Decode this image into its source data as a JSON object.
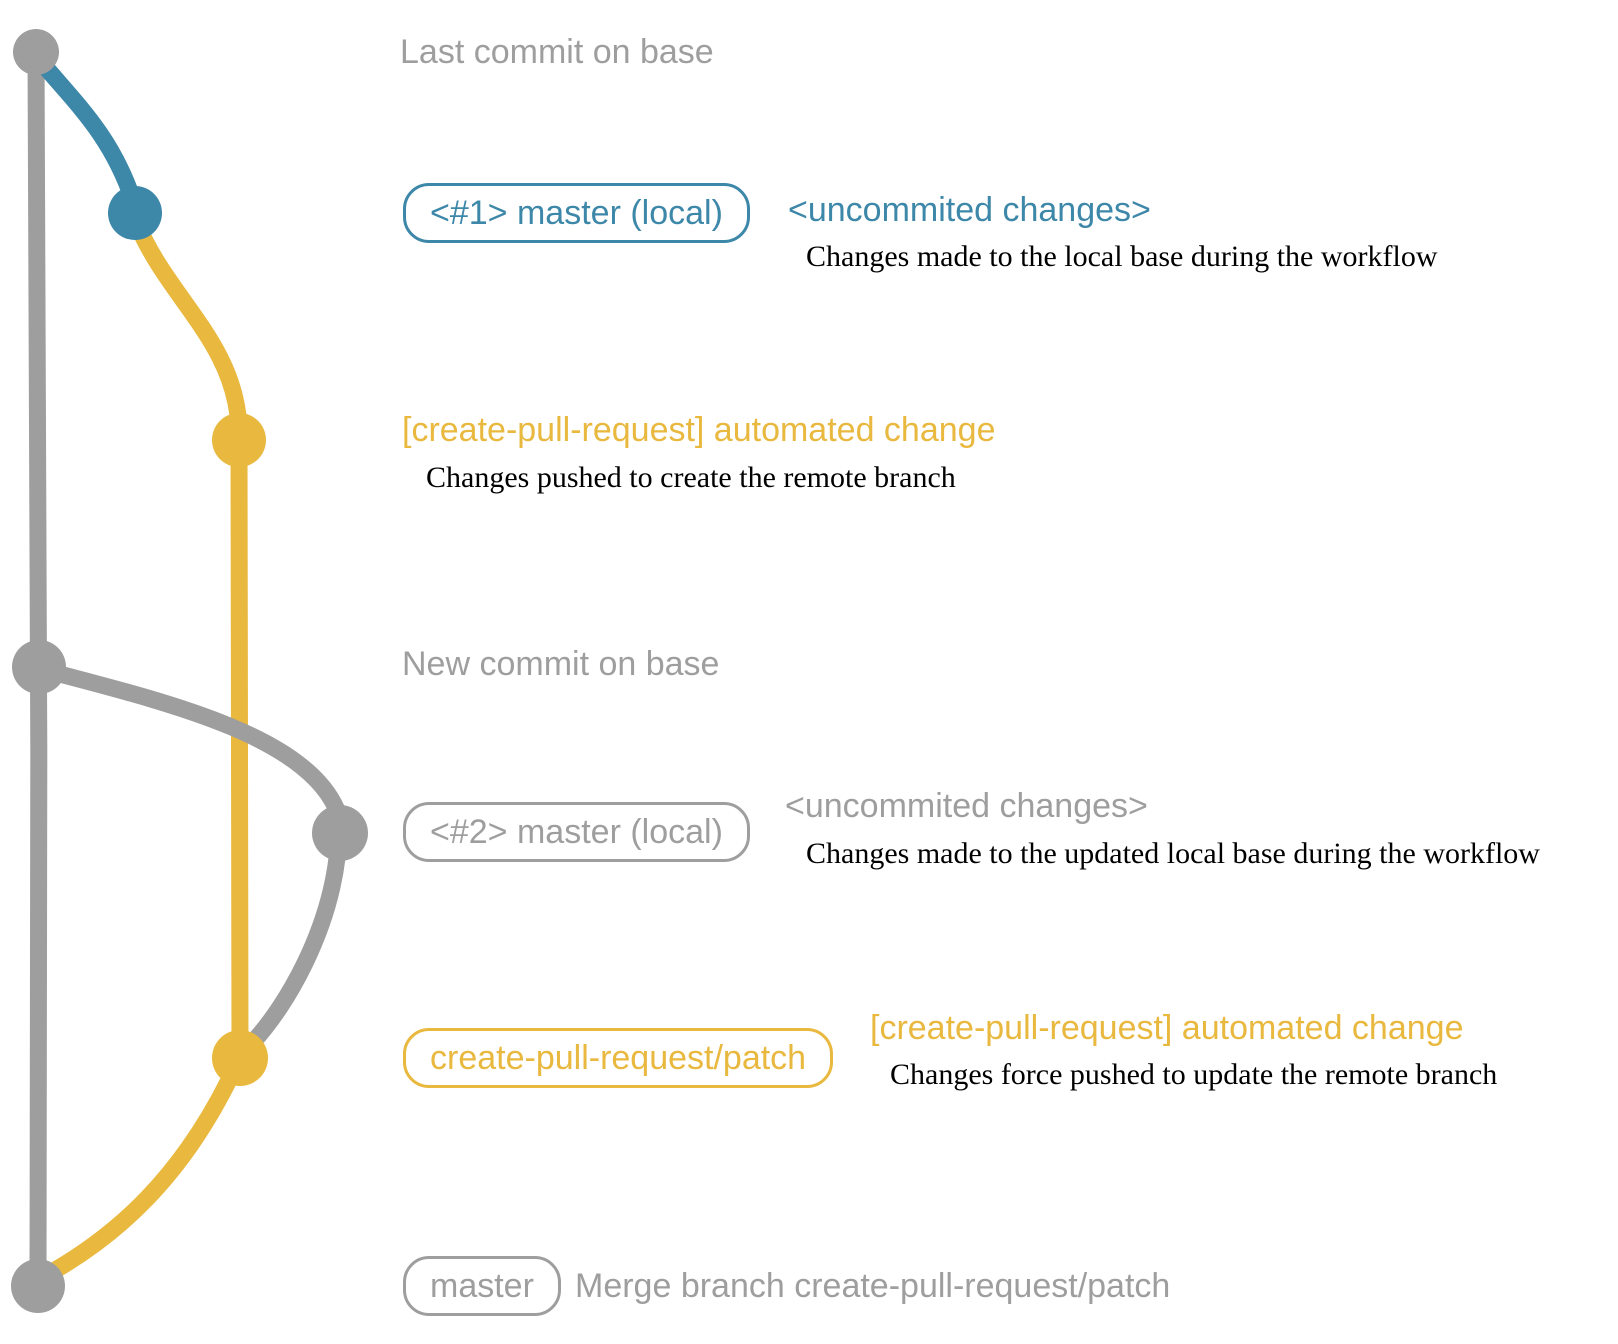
{
  "colors": {
    "blue": "#3d87a9",
    "yellow": "#e9b83e",
    "gray": "#9e9e9e",
    "caption": "#000000"
  },
  "rows": {
    "last_commit": {
      "label": "Last commit on base"
    },
    "local1": {
      "badge": "<#1> master (local)",
      "tag": "<uncommited changes>",
      "caption": "Changes made to the local base during the workflow"
    },
    "push1": {
      "tag": "[create-pull-request] automated change",
      "caption": "Changes pushed to create the remote branch"
    },
    "new_commit": {
      "label": "New commit on base"
    },
    "local2": {
      "badge": "<#2> master (local)",
      "tag": "<uncommited changes>",
      "caption": "Changes made to the updated local base during the workflow"
    },
    "push2": {
      "badge": "create-pull-request/patch",
      "tag": "[create-pull-request] automated change",
      "caption": "Changes force pushed to update the remote branch"
    },
    "merge": {
      "badge": "master",
      "label": "Merge branch create-pull-request/patch"
    }
  }
}
